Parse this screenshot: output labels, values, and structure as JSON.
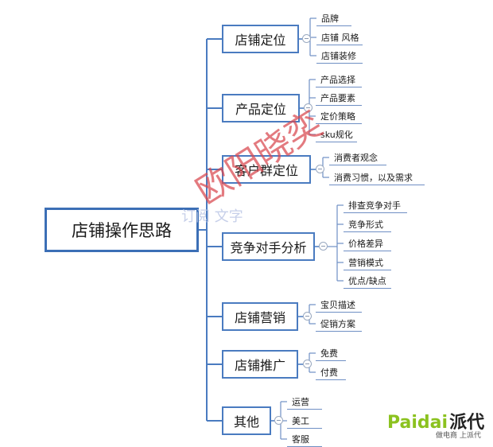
{
  "root": {
    "label": "店铺操作思路"
  },
  "branches": [
    {
      "label": "店铺定位",
      "leaves": [
        "品牌",
        "店铺 风格",
        "店铺装修"
      ]
    },
    {
      "label": "产品定位",
      "leaves": [
        "产品选择",
        "产品要素",
        "定价策略",
        "sku规化"
      ]
    },
    {
      "label": "客户群定位",
      "leaves": [
        "消费者观念",
        "消费习惯，以及需求"
      ]
    },
    {
      "label": "竞争对手分析",
      "leaves": [
        "排查竞争对手",
        "竞争形式",
        "价格差异",
        "营销模式",
        "优点/缺点"
      ]
    },
    {
      "label": "店铺营销",
      "leaves": [
        "宝贝描述",
        "促销方案"
      ]
    },
    {
      "label": "店铺推广",
      "leaves": [
        "免费",
        "付费"
      ]
    },
    {
      "label": "其他",
      "leaves": [
        "运营",
        "美工",
        "客服"
      ]
    }
  ],
  "watermark": {
    "text": "欧阳晓奕",
    "faint": "订阅 文字"
  },
  "logo": {
    "brand": "Paidai",
    "brand_cn": "派代",
    "tagline": "做电商 上派代"
  },
  "colors": {
    "line": "#4a7bc0",
    "leaf_line": "#6f8fc4",
    "accent": "#3c6fb6"
  }
}
